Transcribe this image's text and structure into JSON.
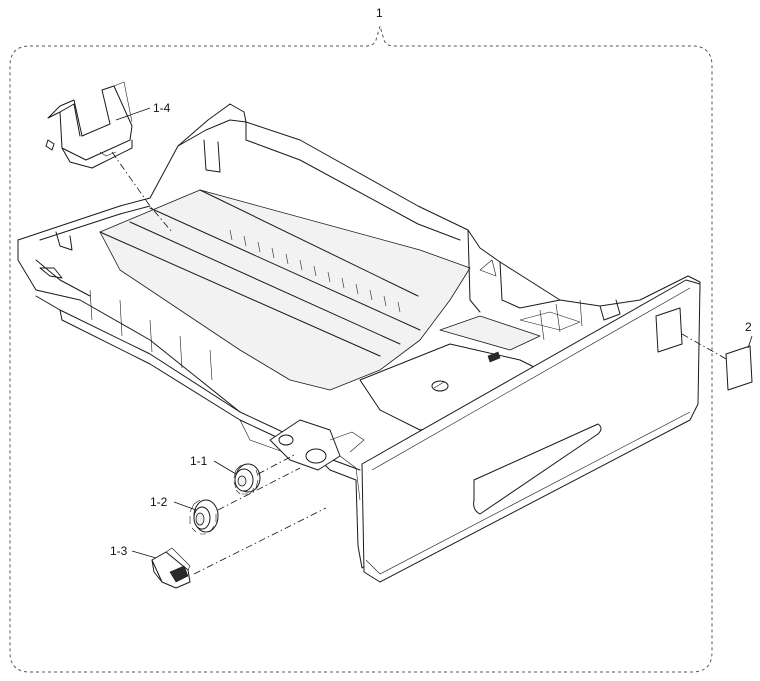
{
  "labels": {
    "assembly": "1",
    "gear_1_1": "1-1",
    "gear_1_2": "1-2",
    "lever_1_3": "1-3",
    "stopper_1_4": "1-4",
    "label_2": "2"
  },
  "colors": {
    "line": "#1a1a1a",
    "background": "#ffffff",
    "boundary": "#555555"
  }
}
